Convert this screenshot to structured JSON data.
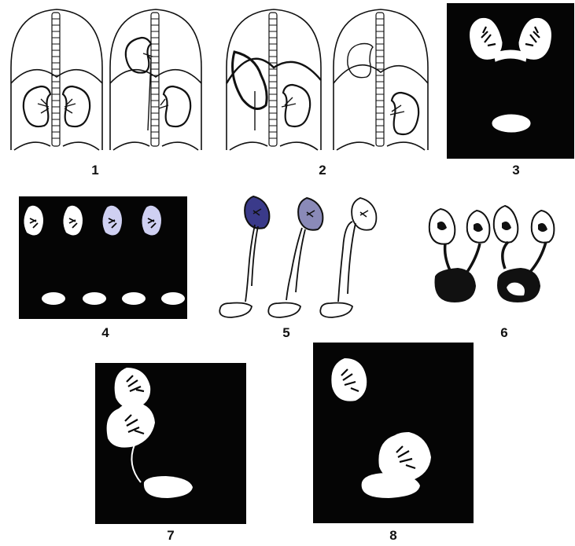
{
  "figure_labels": {
    "p1": "1",
    "p2": "2",
    "p3": "3",
    "p4": "4",
    "p5": "5",
    "p6": "6",
    "p7": "7",
    "p8": "8"
  },
  "colors": {
    "ink": "#111111",
    "paper": "#ffffff",
    "dark_panel": "#050505",
    "contrast_tint": "#3a3a8a"
  }
}
